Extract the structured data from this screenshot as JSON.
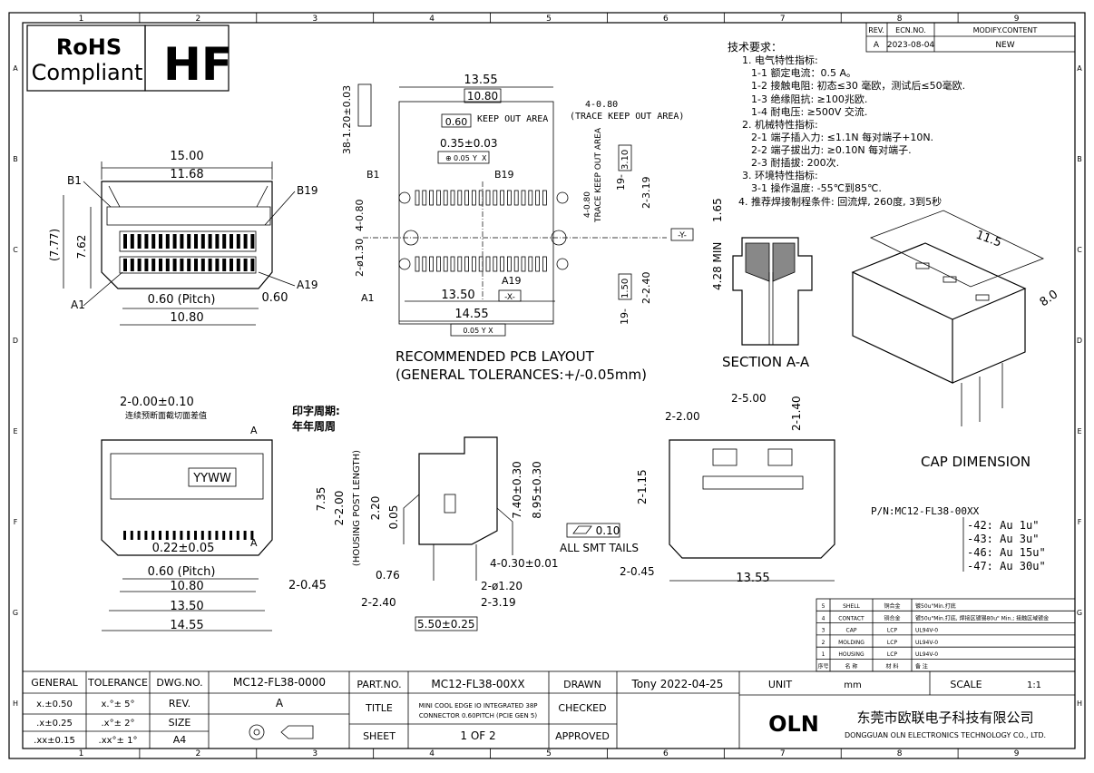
{
  "border": {
    "top_numbers": [
      "1",
      "2",
      "3",
      "4",
      "5",
      "6",
      "7",
      "8",
      "9"
    ],
    "side_letters": [
      "A",
      "B",
      "C",
      "D",
      "E",
      "F",
      "G",
      "H"
    ]
  },
  "badges": {
    "rohs_line1": "RoHS",
    "rohs_line2": "Compliant",
    "hf": "HF"
  },
  "revision": {
    "headers": [
      "REV.",
      "ECN.NO.",
      "MODIFY.CONTENT"
    ],
    "row": [
      "A",
      "2023-08-04",
      "NEW"
    ]
  },
  "tech": {
    "title": "技术要求：",
    "lines": [
      "1. 电气特性指标:",
      "1-1 额定电流：0.5 A。",
      "1-2 接触电阻: 初态≤30 毫欧，测试后≤50毫欧.",
      "1-3 绝缘阻抗: ≥100兆欧.",
      "1-4 耐电压: ≥500V 交流.",
      "2. 机械特性指标:",
      "2-1 端子插入力: ≤1.1N 每对端子+10N.",
      "2-2 端子拔出力: ≥0.10N 每对端子.",
      "2-3 耐插拔: 200次.",
      "3. 环境特性指标:",
      "3-1 操作温度: -55℃到85℃.",
      "4. 推荐焊接制程条件: 回流焊, 260度, 3到5秒"
    ]
  },
  "front_view": {
    "dims": [
      "15.00",
      "11.68",
      "B1",
      "B19",
      "(7.77)",
      "7.62",
      "0.60 (Pitch)",
      "0.60",
      "A1",
      "A19",
      "10.80"
    ]
  },
  "pcb": {
    "dims": [
      "13.55",
      "10.80",
      "0.60",
      "KEEP OUT AREA",
      "4-0.80",
      "(TRACE KEEP OUT AREA)",
      "0.35±0.03",
      "0.05",
      "Y",
      "X",
      "B1",
      "B19",
      "38-1.20±0.03",
      "4-0.80",
      "2-ø1.30",
      "A1",
      "A19",
      "13.50",
      "-X-",
      "14.55",
      "0.05 Y X",
      "4-0.80",
      "TRACE KEEP OUT AREA",
      "19-",
      "3.10",
      "2-3.19",
      "-Y-",
      "19-",
      "1.50",
      "2-2.40"
    ],
    "title_line1": "RECOMMENDED PCB LAYOUT",
    "title_line2": "(GENERAL TOLERANCES:+/-0.05mm)"
  },
  "section": {
    "dims": [
      "1.65",
      "4.28 MIN"
    ],
    "title": "SECTION A-A"
  },
  "cap": {
    "dims": [
      "11.5",
      "8.0"
    ],
    "title": "CAP DIMENSION"
  },
  "bottom_view": {
    "dims": [
      "2-0.00±0.10",
      "连续预断面截切面差值",
      "印字周期:",
      "年年周周",
      "YYWW",
      "A",
      "A",
      "0.22±0.05",
      "0.60 (Pitch)",
      "10.80",
      "13.50",
      "14.55",
      "2-0.45"
    ]
  },
  "side_view": {
    "dims": [
      "7.35",
      "2-2.00",
      "(HOUSING POST LENGTH)",
      "2.20",
      "0.05",
      "7.40±0.30",
      "8.95±0.30",
      "0.10",
      "ALL SMT TAILS",
      "4-0.30±0.01",
      "0.76",
      "2-ø1.20",
      "2-2.40",
      "2-3.19",
      "5.50±0.25"
    ]
  },
  "cap_side": {
    "dims": [
      "2-5.00",
      "2-2.00",
      "2-1.40",
      "2-1.15",
      "2-0.45",
      "13.55"
    ]
  },
  "part_numbers": {
    "pn": "P/N:MC12-FL38-00XX",
    "rows": [
      "-42:  Au 1u\"",
      "-43:  Au 3u\"",
      "-46:  Au 15u\"",
      "-47:  Au 30u\""
    ]
  },
  "bom": {
    "rows": [
      [
        "5",
        "SHELL",
        "铜合金",
        "镀50u\"Min.打底"
      ],
      [
        "4",
        "CONTACT",
        "铜合金",
        "镀50u\"Min.打底, 焊接区镀锡80u\" Min.; 接触区域镀金"
      ],
      [
        "3",
        "CAP",
        "LCP",
        "UL94V-0"
      ],
      [
        "2",
        "MOLDING",
        "LCP",
        "UL94V-0"
      ],
      [
        "1",
        "HOUSING",
        "LCP",
        "UL94V-0"
      ]
    ],
    "header": [
      "序号",
      "名 称",
      "材 料",
      "备 注"
    ]
  },
  "titleblock": {
    "general": "GENERAL",
    "tolerance": "TOLERANCE",
    "tol_rows": [
      [
        "x.±0.50",
        "x.°± 5°"
      ],
      [
        ".x±0.25",
        ".x°± 2°"
      ],
      [
        ".xx±0.15",
        ".xx°± 1°"
      ]
    ],
    "dwg_label": "DWG.NO.",
    "dwg_no": "MC12-FL38-0000",
    "rev_label": "REV.",
    "rev": "A",
    "size_label": "SIZE",
    "size": "A4",
    "part_label": "PART.NO.",
    "part_no": "MC12-FL38-00XX",
    "drawn_label": "DRAWN",
    "drawn": "Tony  2022-04-25",
    "title_label": "TITLE",
    "title_line1": "MINI COOL EDGE IO INTEGRATED 38P",
    "title_line2": "CONNECTOR 0.60PITCH (PCIE GEN 5)",
    "checked_label": "CHECKED",
    "sheet_label": "SHEET",
    "sheet": "1  OF  2",
    "approved_label": "APPROVED",
    "unit_label": "UNIT",
    "unit": "mm",
    "scale_label": "SCALE",
    "scale": "1:1",
    "logo": "OLN",
    "company_cn": "东莞市欧联电子科技有限公司",
    "company_en": "DONGGUAN OLN ELECTRONICS TECHNOLOGY CO., LTD."
  }
}
